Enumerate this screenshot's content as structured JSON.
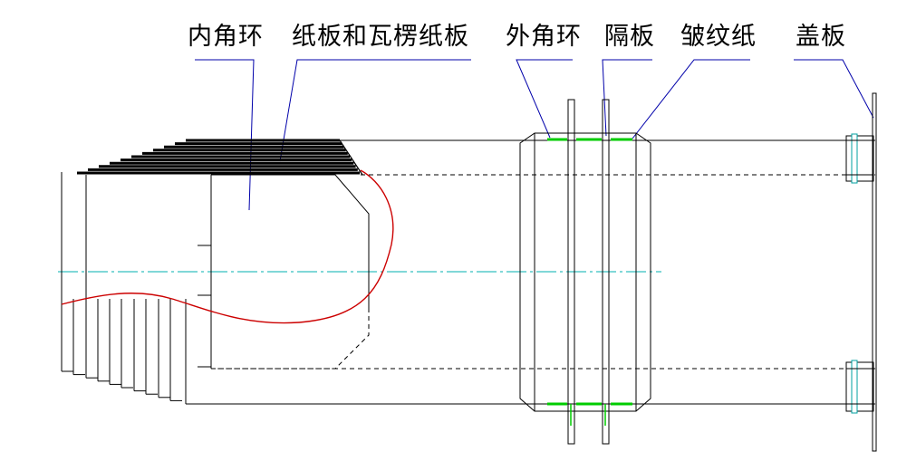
{
  "labels": {
    "inner_ring": "内角环",
    "paper_board": "纸板和瓦楞纸板",
    "outer_ring": "外角环",
    "partition": "隔板",
    "crepe_paper": "皱纹纸",
    "cover_plate": "盖板"
  },
  "colors": {
    "leader": "#0000aa",
    "centerline": "#00b0b0",
    "crepe_fill": "#00cc00",
    "curve": "#cc0000",
    "bolt": "#00a0a0"
  }
}
